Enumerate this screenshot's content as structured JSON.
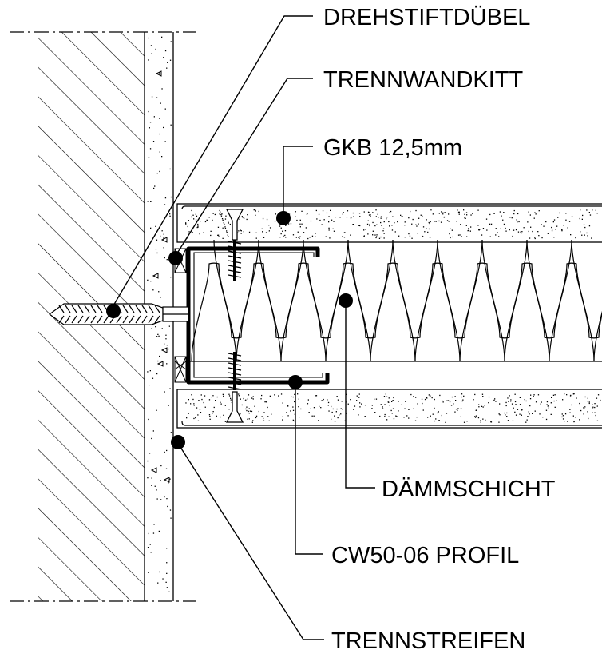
{
  "labels": {
    "drehstiftduebel": "DREHSTIFTDÜBEL",
    "trennwandkitt": "TRENNWANDKITT",
    "gkb": "GKB 12,5mm",
    "daemmschicht": "DÄMMSCHICHT",
    "profil": "CW50-06 PROFIL",
    "trennstreifen": "TRENNSTREIFEN"
  },
  "colors": {
    "line": "#000000",
    "background": "#ffffff"
  }
}
